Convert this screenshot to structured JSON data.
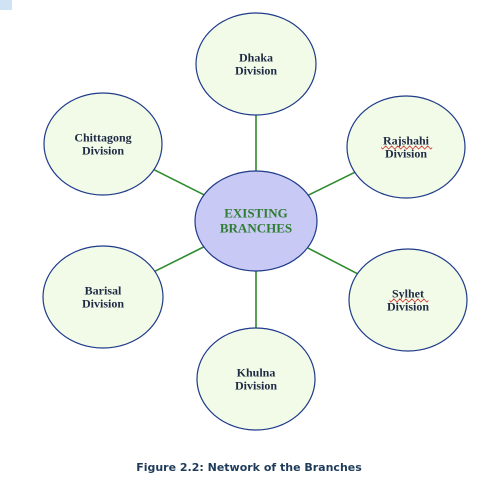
{
  "hub": {
    "lines": [
      "EXISTING",
      "BRANCHES"
    ]
  },
  "nodes": [
    {
      "id": "dhaka",
      "lines": [
        "Dhaka",
        "Division"
      ],
      "spellcheck_line": -1
    },
    {
      "id": "rajshahi",
      "lines": [
        "Rajshahi",
        "Division"
      ],
      "spellcheck_line": 0
    },
    {
      "id": "sylhet",
      "lines": [
        "Sylhet",
        "Division"
      ],
      "spellcheck_line": 0
    },
    {
      "id": "khulna",
      "lines": [
        "Khulna",
        "Division"
      ],
      "spellcheck_line": -1
    },
    {
      "id": "barisal",
      "lines": [
        "Barisal",
        "Division"
      ],
      "spellcheck_line": -1
    },
    {
      "id": "chittagong",
      "lines": [
        "Chittagong",
        "Division"
      ],
      "spellcheck_line": -1
    }
  ],
  "caption": "Figure 2.2: Network of the Branches",
  "colors": {
    "node_fill": "#f2fbe8",
    "node_stroke": "#1e3a8a",
    "hub_fill": "#c9c9f5",
    "hub_stroke": "#1e3a8a",
    "connector": "#2e8b2e",
    "hub_text": "#2e7d32",
    "node_text": "#1f2a44"
  }
}
